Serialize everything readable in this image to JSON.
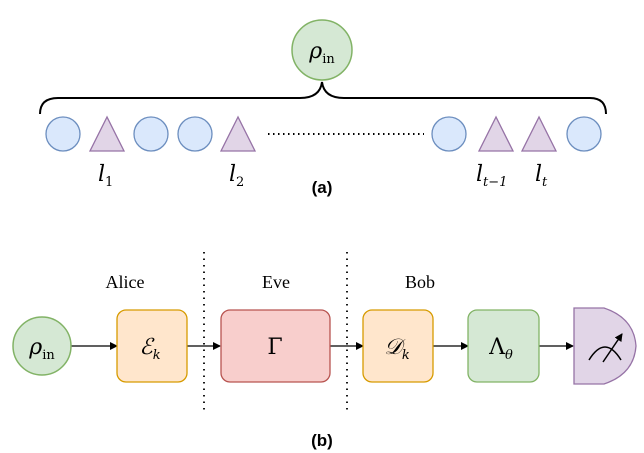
{
  "part_a": {
    "source": {
      "sym": "ρ",
      "sub": "in"
    },
    "labels": [
      {
        "base": "l",
        "sub": "1"
      },
      {
        "base": "l",
        "sub": "2"
      },
      {
        "base": "l",
        "sub": "t−1"
      },
      {
        "base": "l",
        "sub": "t"
      }
    ],
    "caption": "(a)",
    "dots": "........................................."
  },
  "part_b": {
    "parties": [
      "Alice",
      "Eve",
      "Bob"
    ],
    "source": {
      "sym": "ρ",
      "sub": "in"
    },
    "encoder": {
      "sym": "ℰ",
      "sub": "k"
    },
    "channel": {
      "sym": "Γ"
    },
    "decoder": {
      "sym": "𝒟",
      "sub": "k"
    },
    "unitary": {
      "sym": "Λ",
      "sub": "θ"
    },
    "measurement": "meter-icon",
    "caption": "(b)"
  },
  "colors": {
    "green_fill": "#d5e8d4",
    "green_stroke": "#82b366",
    "blue_fill": "#dae8fc",
    "blue_stroke": "#6c8ebf",
    "purple_fill": "#e1d5e7",
    "purple_stroke": "#9673a6",
    "orange_fill": "#ffe6cc",
    "orange_stroke": "#d79b00",
    "red_fill": "#f8cecc",
    "red_stroke": "#b85450"
  }
}
